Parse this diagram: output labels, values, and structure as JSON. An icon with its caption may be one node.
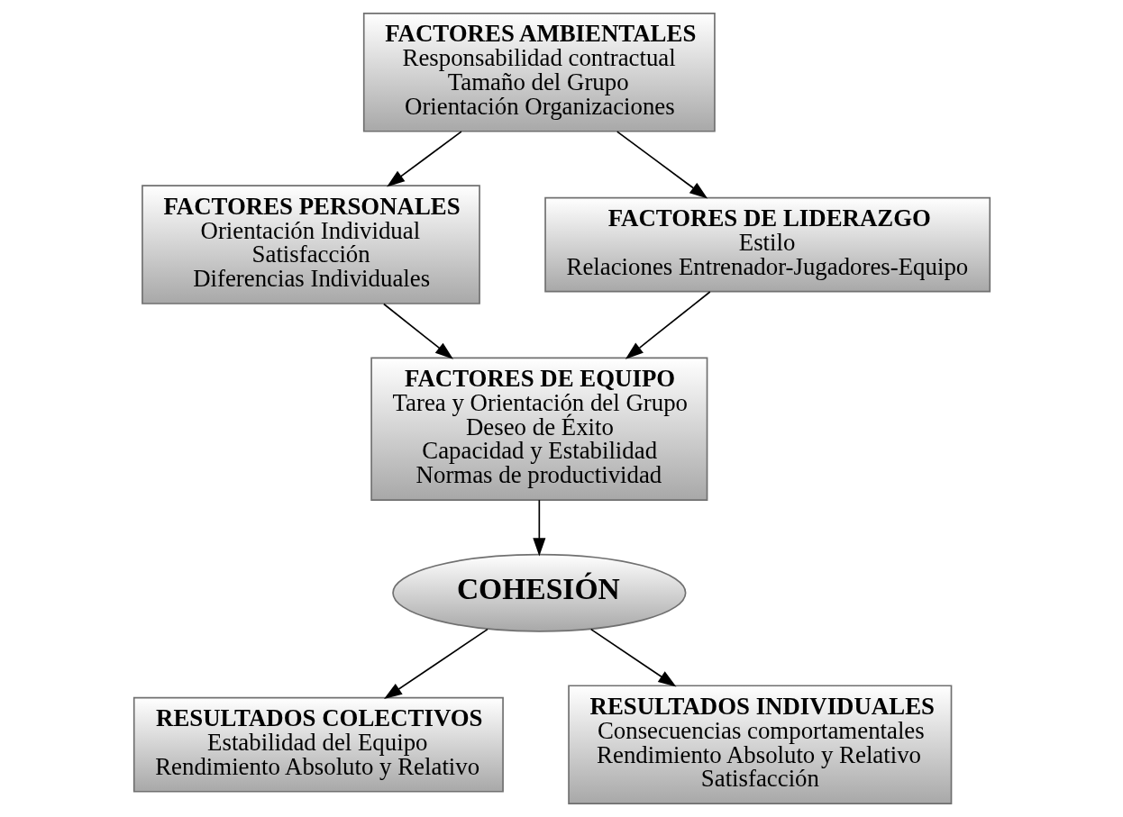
{
  "diagram": {
    "nodes": [
      {
        "text": [
          "FACTORES AMBIENTALES",
          "Responsabilidad contractual",
          "Tamaño del Grupo",
          "Orientación Organizaciones"
        ]
      },
      {
        "text": [
          "FACTORES PERSONALES",
          "Orientación Individual",
          "Satisfacción",
          "Diferencias Individuales"
        ]
      },
      {
        "text": [
          "FACTORES DE LIDERAZGO",
          "Estilo",
          "Relaciones Entrenador-Jugadores-Equipo"
        ]
      },
      {
        "text": [
          "FACTORES DE EQUIPO",
          "Tarea y Orientación del Grupo",
          "Deseo de Éxito",
          "Capacidad y Estabilidad",
          "Normas de productividad"
        ]
      },
      {
        "text": [
          "COHESIÓN"
        ]
      },
      {
        "text": [
          "RESULTADOS COLECTIVOS",
          "Estabilidad del Equipo",
          "Rendimiento Absoluto y Relativo"
        ]
      },
      {
        "text": [
          "RESULTADOS INDIVIDUALES",
          "Consecuencias comportamentales",
          "Rendimiento Absoluto y Relativo",
          "Satisfacción"
        ]
      }
    ],
    "edges": [
      {
        "from": 0,
        "to": 1,
        "arrow": "to"
      },
      {
        "from": 0,
        "to": 2,
        "arrow": "to"
      },
      {
        "from": 1,
        "to": 3,
        "arrow": "to"
      },
      {
        "from": 2,
        "to": 3,
        "arrow": "to"
      },
      {
        "from": 3,
        "to": 4,
        "arrow": "to"
      },
      {
        "from": 4,
        "to": 5,
        "arrow": "to"
      },
      {
        "from": 4,
        "to": 6,
        "arrow": "to"
      }
    ]
  }
}
